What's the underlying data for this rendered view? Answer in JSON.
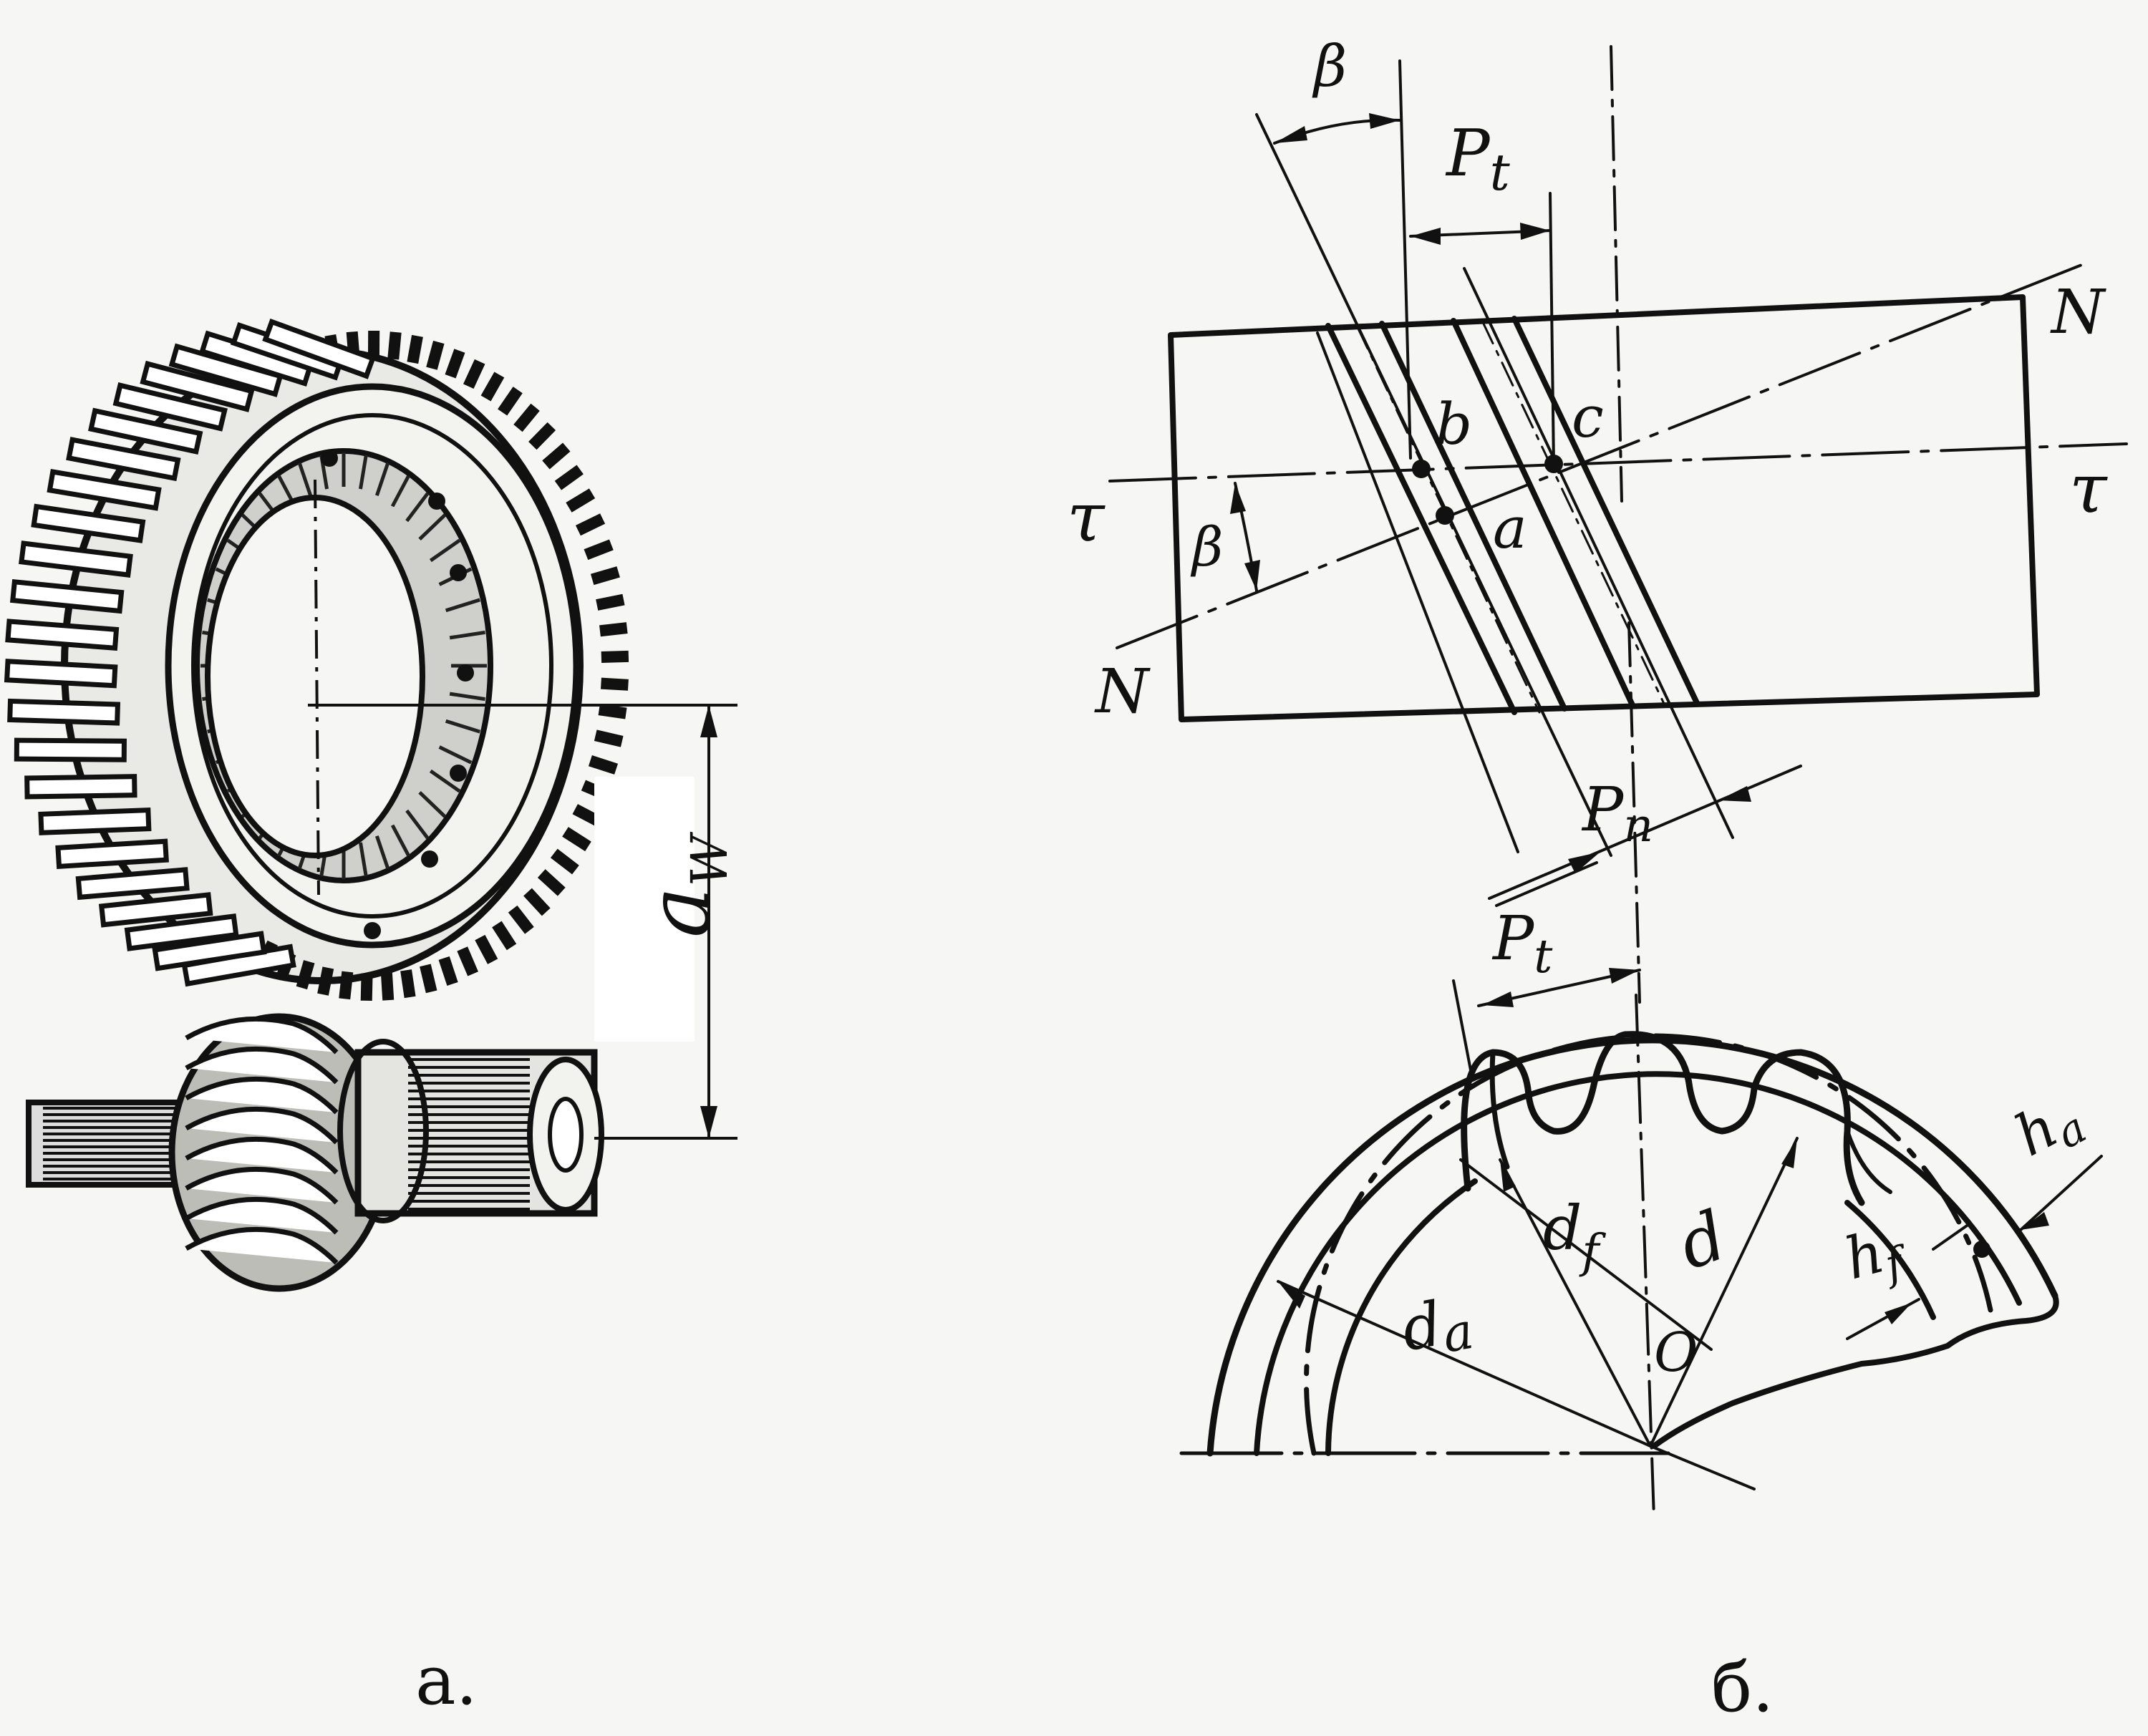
{
  "labels": {
    "aw_main": "a",
    "aw_sub": "W",
    "beta": "β",
    "pt_top": "P",
    "pt_top_sub": "t",
    "N": "N",
    "tau": "τ",
    "b": "b",
    "c": "c",
    "a": "a",
    "pn": "P",
    "pn_sub": "n",
    "pt_bottom": "P",
    "pt_bottom_sub": "t",
    "df": "d",
    "df_sub": "f",
    "d": "d",
    "da": "d",
    "da_sub": "a",
    "hf": "h",
    "hf_sub": "f",
    "ha": "h",
    "ha_sub": "a",
    "O": "O"
  },
  "captions": {
    "left": "а.",
    "right": "б."
  }
}
